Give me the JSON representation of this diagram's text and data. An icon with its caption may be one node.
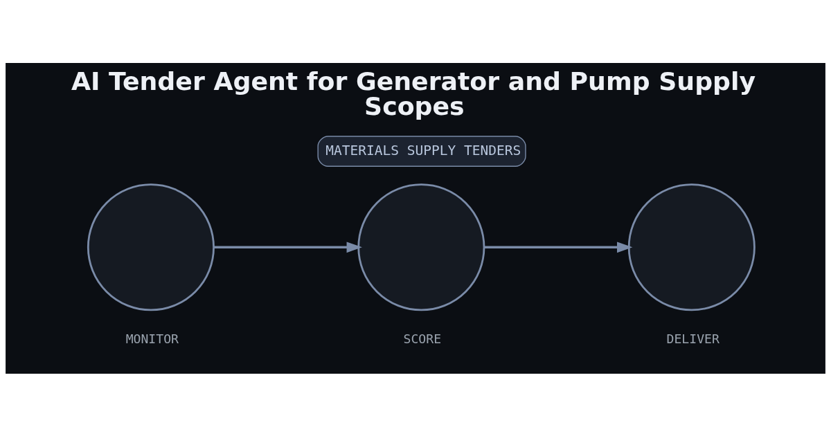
{
  "diagram": {
    "title": "AI Tender Agent for Generator and Pump Supply Scopes",
    "nodes": [
      {
        "text": [
          "MATERIALS SUPPLY TENDERS"
        ]
      },
      {
        "text": [],
        "shape": "circle",
        "beside": [
          "MONITOR"
        ]
      },
      {
        "text": [],
        "shape": "circle",
        "beside": [
          "SCORE"
        ]
      },
      {
        "text": [],
        "shape": "circle",
        "beside": [
          "DELIVER"
        ]
      }
    ],
    "edges": [
      {
        "from": 1,
        "to": 2,
        "arrow": "to"
      },
      {
        "from": 2,
        "to": 3,
        "arrow": "to"
      }
    ]
  }
}
